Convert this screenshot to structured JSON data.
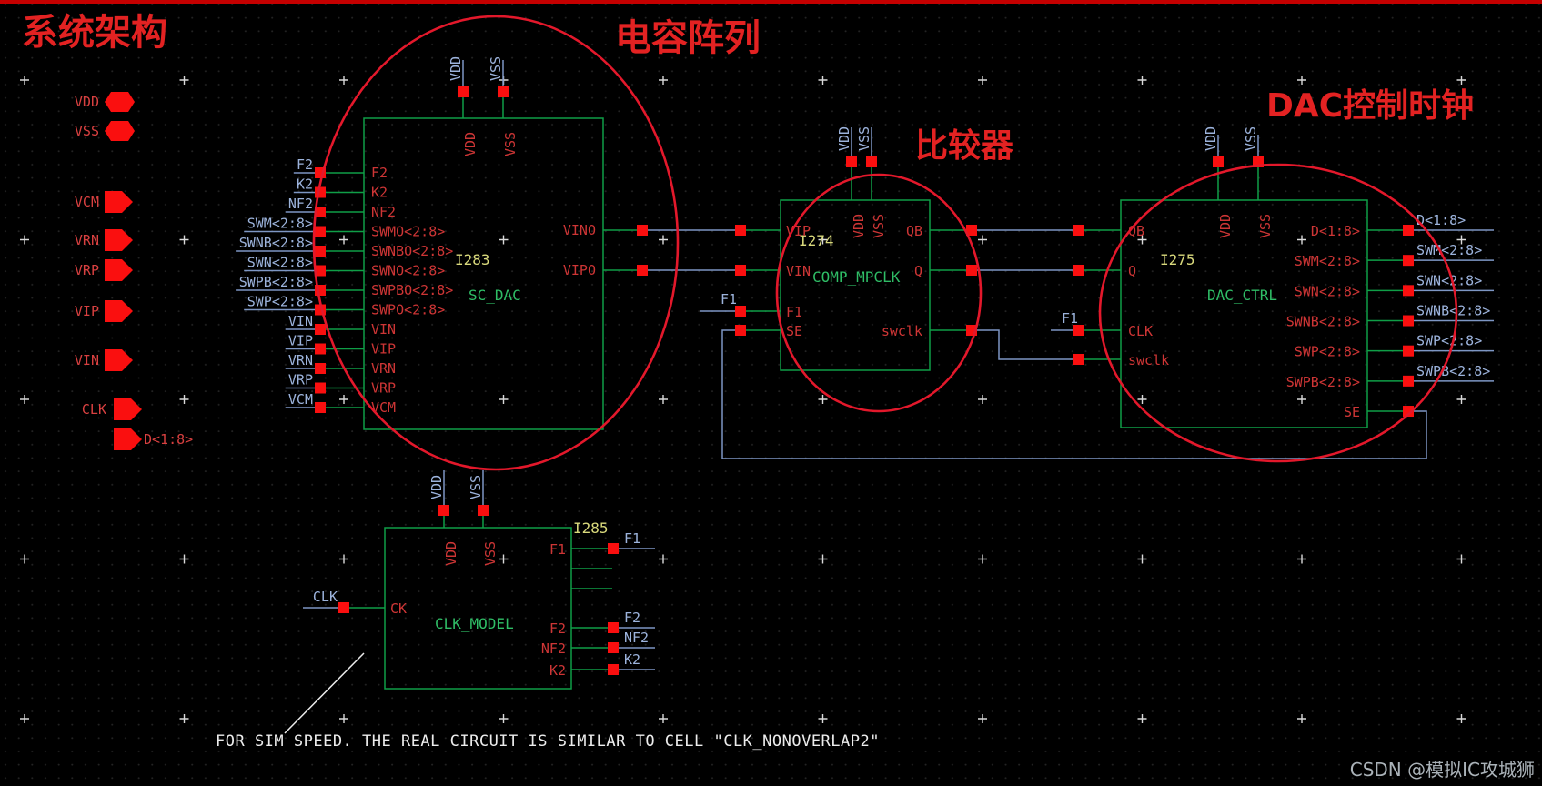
{
  "annotations": {
    "system_title": "系统架构",
    "cap_array_label": "电容阵列",
    "comparator_label": "比较器",
    "dac_clock_label": "DAC控制时钟",
    "sim_note": "FOR SIM SPEED. THE REAL CIRCUIT IS SIMILAR TO CELL \"CLK_NONOVERLAP2\"",
    "watermark": "CSDN @模拟IC攻城狮"
  },
  "colors": {
    "background": "#000000",
    "top_line_red": "#c40000",
    "annotation_red": "#e32222",
    "ellipse_red": "#e3182b",
    "block_green": "#0f9e47",
    "cell_green": "#2fbd66",
    "pin_text_red": "#cd3535",
    "io_label_red": "#d84040",
    "wire_blue": "#7d96c4",
    "wire_label_blue": "#9cb3dc",
    "instance_yellow": "#d9d97c",
    "solder_red": "#fa0f0f",
    "note_white": "#ececec",
    "watermark_gray": "#aab2b8",
    "grid_dot": "#232323",
    "grid_marker": "#d9d9d9"
  },
  "io_pins": [
    {
      "label": "VDD",
      "shape": "hexagon-pin"
    },
    {
      "label": "VSS",
      "shape": "hexagon-pin"
    },
    {
      "label": "VCM",
      "shape": "arrow-pin"
    },
    {
      "label": "VRN",
      "shape": "arrow-pin"
    },
    {
      "label": "VRP",
      "shape": "arrow-pin"
    },
    {
      "label": "VIP",
      "shape": "arrow-pin"
    },
    {
      "label": "VIN",
      "shape": "arrow-pin"
    },
    {
      "label": "CLK",
      "shape": "arrow-pin"
    },
    {
      "label": "D<1:8>",
      "shape": "arrow-pin"
    }
  ],
  "blocks": {
    "sc_dac": {
      "instance": "I283",
      "cell": "SC_DAC",
      "top_pins": [
        "VDD",
        "VSS"
      ],
      "left_pins": [
        {
          "pin": "F2",
          "net": "F2"
        },
        {
          "pin": "K2",
          "net": "K2"
        },
        {
          "pin": "NF2",
          "net": "NF2"
        },
        {
          "pin": "SWMO<2:8>",
          "net": "SWM<2:8>"
        },
        {
          "pin": "SWNBO<2:8>",
          "net": "SWNB<2:8>"
        },
        {
          "pin": "SWNO<2:8>",
          "net": "SWN<2:8>"
        },
        {
          "pin": "SWPBO<2:8>",
          "net": "SWPB<2:8>"
        },
        {
          "pin": "SWPO<2:8>",
          "net": "SWP<2:8>"
        },
        {
          "pin": "VIN",
          "net": "VIN"
        },
        {
          "pin": "VIP",
          "net": "VIP"
        },
        {
          "pin": "VRN",
          "net": "VRN"
        },
        {
          "pin": "VRP",
          "net": "VRP"
        },
        {
          "pin": "VCM",
          "net": "VCM"
        }
      ],
      "right_pins": [
        {
          "pin": "VINO"
        },
        {
          "pin": "VIPO"
        }
      ]
    },
    "comparator": {
      "instance": "I274",
      "cell": "COMP_MPCLK",
      "top_pins": [
        "VDD",
        "VSS"
      ],
      "left_pins": [
        {
          "pin": "VIP"
        },
        {
          "pin": "VIN"
        },
        {
          "pin": "F1",
          "net": "F1"
        },
        {
          "pin": "SE"
        }
      ],
      "right_pins": [
        {
          "pin": "QB"
        },
        {
          "pin": "Q"
        },
        {
          "pin": "swclk"
        }
      ]
    },
    "dac_ctrl": {
      "instance": "I275",
      "cell": "DAC_CTRL",
      "top_pins": [
        "VDD",
        "VSS"
      ],
      "left_pins": [
        {
          "pin": "QB"
        },
        {
          "pin": "Q"
        },
        {
          "pin": "CLK",
          "net": "F1"
        },
        {
          "pin": "swclk"
        }
      ],
      "right_pins": [
        {
          "pin": "D<1:8>",
          "net": "D<1:8>"
        },
        {
          "pin": "SWM<2:8>",
          "net": "SWM<2:8>"
        },
        {
          "pin": "SWN<2:8>",
          "net": "SWN<2:8>"
        },
        {
          "pin": "SWNB<2:8>",
          "net": "SWNB<2:8>"
        },
        {
          "pin": "SWP<2:8>",
          "net": "SWP<2:8>"
        },
        {
          "pin": "SWPB<2:8>",
          "net": "SWPB<2:8>"
        },
        {
          "pin": "SE"
        }
      ]
    },
    "clk_model": {
      "instance": "I285",
      "cell": "CLK_MODEL",
      "top_pins": [
        "VDD",
        "VSS"
      ],
      "left_pins": [
        {
          "pin": "CK",
          "net": "CLK"
        }
      ],
      "right_pins": [
        {
          "pin": "F1",
          "net": "F1"
        },
        {
          "pin": "",
          "net": ""
        },
        {
          "pin": "",
          "net": ""
        },
        {
          "pin": "F2",
          "net": "F2"
        },
        {
          "pin": "NF2",
          "net": "NF2"
        },
        {
          "pin": "K2",
          "net": "K2"
        }
      ]
    }
  }
}
